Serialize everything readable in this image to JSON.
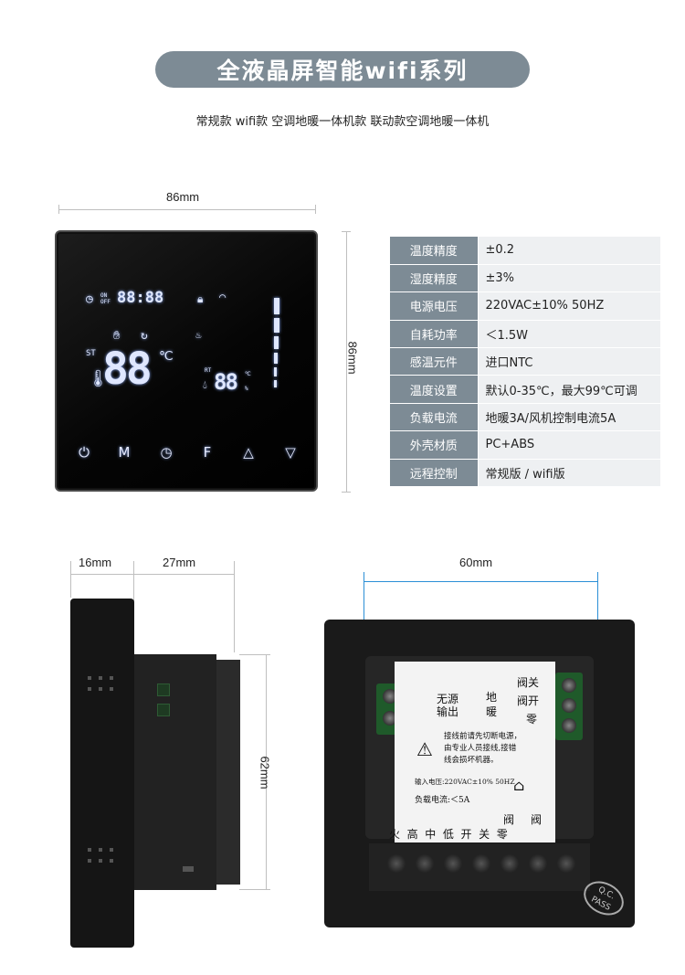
{
  "header": {
    "title": "全液晶屏智能wifi系列",
    "subtitle": "常规款  wifi款  空调地暖一体机款  联动款空调地暖一体机"
  },
  "front": {
    "width_label": "86mm",
    "height_label": "86mm",
    "lcd": {
      "on_off": "ON\nOFF",
      "clock": "88:88",
      "st": "ST",
      "main_temp": "88",
      "main_unit": "℃",
      "rt": "RT",
      "sub_temp": "88",
      "sub_unit_c": "℃",
      "sub_unit_pct": "%"
    },
    "buttons": [
      "⏻",
      "M",
      "◷",
      "F",
      "△",
      "▽"
    ]
  },
  "specs": [
    {
      "key": "温度精度",
      "value": "±0.2"
    },
    {
      "key": "湿度精度",
      "value": "±3%"
    },
    {
      "key": "电源电压",
      "value": "220VAC±10% 50HZ"
    },
    {
      "key": "自耗功率",
      "value": "＜1.5W"
    },
    {
      "key": "感温元件",
      "value": "进口NTC"
    },
    {
      "key": "温度设置",
      "value": "默认0-35℃，最大99℃可调"
    },
    {
      "key": "负载电流",
      "value": "地暖3A/风机控制电流5A"
    },
    {
      "key": "外壳材质",
      "value": "PC+ABS"
    },
    {
      "key": "远程控制",
      "value": "常规版 / wifi版"
    }
  ],
  "side": {
    "depth_front": "16mm",
    "depth_body": "27mm",
    "height_body": "62mm"
  },
  "back": {
    "width_label": "60mm",
    "label": {
      "no_source": "无源",
      "output": "输出",
      "floor": "地",
      "heat": "暖",
      "valve_close": "阀关",
      "valve_open": "阀开",
      "zero": "零",
      "warning_1": "接线前请先切断电源，",
      "warning_2": "由专业人员接线,接错",
      "warning_3": "线会损坏机器。",
      "input_voltage": "输入电压:220VAC±10% 50HZ",
      "load_current": "负载电流:＜5A",
      "valve_col_1": "阀",
      "valve_col_2": "阀",
      "terminals": "火  高  中  低  开  关  零"
    },
    "stamp_1": "Q.C.",
    "stamp_2": "PASS"
  }
}
